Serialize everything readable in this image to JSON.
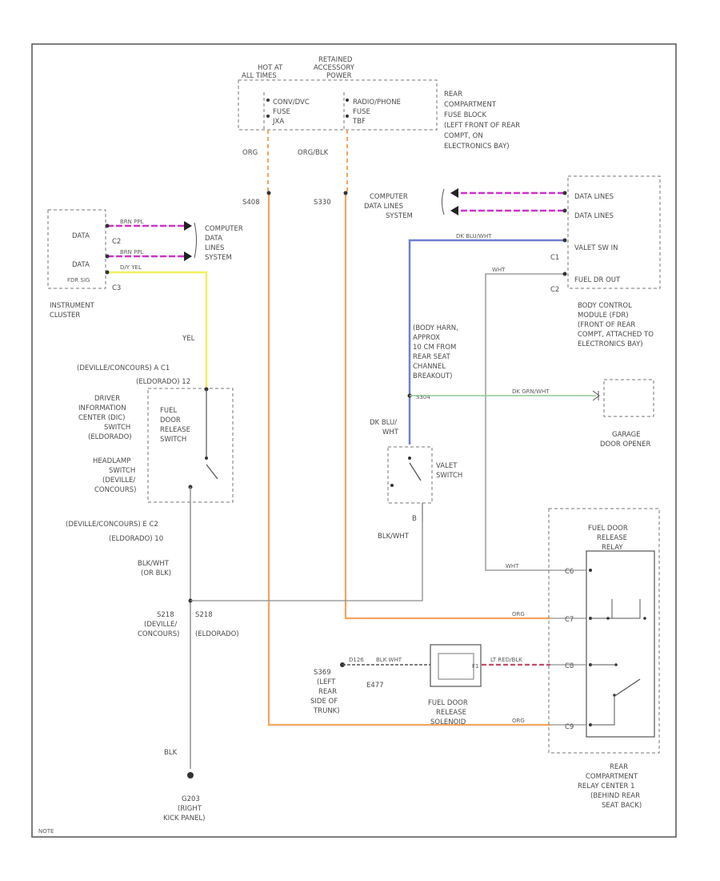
{
  "fuse_block": {
    "hot_at": [
      "HOT AT",
      "ALL TIMES"
    ],
    "retained": [
      "RETAINED",
      "ACCESSORY",
      "POWER"
    ],
    "fuse1": [
      "CONV/DVC",
      "FUSE",
      "JXA"
    ],
    "fuse2": [
      "RADIO/PHONE",
      "FUSE",
      "TBF"
    ],
    "location": [
      "REAR",
      "COMPARTMENT",
      "FUSE BLOCK",
      "(LEFT FRONT OF REAR",
      "COMPT, ON",
      "ELECTRONICS BAY)"
    ],
    "wire1": "ORG",
    "wire2": "ORG/BLK",
    "splice1": "S408",
    "splice2": "S330"
  },
  "cluster": {
    "data1": "DATA",
    "data2": "DATA",
    "pin1": "C2",
    "pin2": "C3",
    "fdr": "FDR SIG",
    "wire_top": "BRN PPL",
    "wire_mid": "BRN PPL",
    "wire_yel": "D/Y YEL",
    "computer": [
      "COMPUTER",
      "DATA",
      "LINES",
      "SYSTEM"
    ],
    "name": [
      "INSTRUMENT",
      "CLUSTER"
    ],
    "yel": "YEL"
  },
  "bcm": {
    "computer": [
      "COMPUTER",
      "DATA LINES",
      "SYSTEM"
    ],
    "data1": "DATA LINES",
    "data2": "DATA LINES",
    "valet": "VALET SW IN",
    "fuel": "FUEL DR OUT",
    "c1": "C1",
    "c2": "C2",
    "wire_blu": "DK BLU/WHT",
    "wire_wht": "WHT",
    "name": [
      "BODY CONTROL",
      "MODULE (FDR)",
      "(FRONT OF REAR",
      "COMPT, ATTACHED TO",
      "ELECTRONICS BAY)"
    ]
  },
  "harness": [
    "(BODY HARN,",
    "APPROX",
    "10 CM FROM",
    "REAR SEAT",
    "CHANNEL",
    "BREAKOUT)"
  ],
  "splice_s304": "S304",
  "garage": {
    "wire": "DK GRN/WHT",
    "name": [
      "GARAGE",
      "DOOR OPENER"
    ]
  },
  "switch": {
    "deville_top": "(DEVILLE/CONCOURS) A C1",
    "eldorado_top": "(ELDORADO) 12",
    "labels": [
      "DRIVER",
      "INFORMATION",
      "CENTER (DIC)",
      "SWITCH",
      "(ELDORADO)"
    ],
    "labels2": [
      "HEADLAMP",
      "SWITCH",
      "(DEVILLE/",
      "CONCOURS)"
    ],
    "fuel": [
      "FUEL",
      "DOOR",
      "RELEASE",
      "SWITCH"
    ],
    "deville_bottom": "(DEVILLE/CONCOURS) E C2",
    "eldorado_bottom": "(ELDORADO) 10",
    "wire": [
      "BLK/WHT",
      "(OR BLK)"
    ]
  },
  "valet": {
    "wire_top": [
      "DK BLU/",
      "WHT"
    ],
    "name": [
      "VALET",
      "SWITCH"
    ],
    "pin": "B",
    "wire_bottom": "BLK/WHT"
  },
  "ground": {
    "s218_deville": [
      "S218",
      "(DEVILLE/",
      "CONCOURS)"
    ],
    "s218_eldorado": [
      "S218",
      "(ELDORADO)"
    ],
    "blk": "BLK",
    "g203": [
      "G203",
      "(RIGHT",
      "KICK PANEL)"
    ]
  },
  "relay": {
    "name": [
      "FUEL DOOR",
      "RELEASE",
      "RELAY"
    ],
    "pins": [
      "C6",
      "C7",
      "C8",
      "C9"
    ],
    "wire_wht": "WHT",
    "wire_org1": "ORG",
    "wire_org2": "ORG",
    "wire_red": "LT RED/BLK",
    "location": [
      "REAR",
      "COMPARTMENT",
      "RELAY CENTER 1",
      "(BEHIND REAR",
      "SEAT BACK)"
    ]
  },
  "solenoid": {
    "splice": [
      "S369",
      "(LEFT",
      "REAR",
      "SIDE OF",
      "TRUNK)"
    ],
    "wire_a": "D126",
    "wire_b": "BLK WHT",
    "pin": "F1",
    "num": "E477",
    "name": [
      "FUEL DOOR",
      "RELEASE",
      "SOLENOID"
    ]
  },
  "footer": "NOTE"
}
